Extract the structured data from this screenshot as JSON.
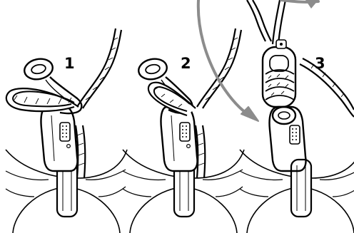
{
  "steps": [
    {
      "number": "1"
    },
    {
      "number": "2"
    },
    {
      "number": "3"
    }
  ],
  "colors": {
    "ink": "#000000",
    "arrow": "#8c8c8c",
    "background": "#ffffff"
  },
  "icons": [
    "figure-eight-descender-icon",
    "locking-carabiner-icon",
    "transition-arrow-icon"
  ]
}
